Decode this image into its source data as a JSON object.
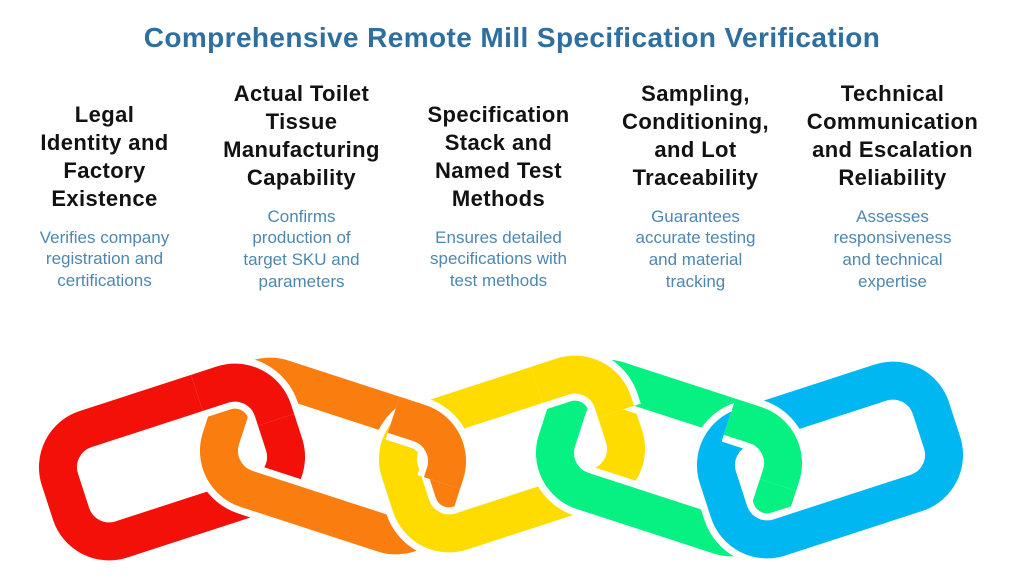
{
  "title": "Comprehensive Remote Mill Specification Verification",
  "columns": [
    {
      "heading": "Legal\nIdentity and\nFactory\nExistence",
      "description": "Verifies company\nregistration and\ncertifications"
    },
    {
      "heading": "Actual Toilet\nTissue\nManufacturing\nCapability",
      "description": "Confirms\nproduction of\ntarget SKU and\nparameters"
    },
    {
      "heading": "Specification\nStack and\nNamed Test\nMethods",
      "description": "Ensures detailed\nspecifications with\ntest methods"
    },
    {
      "heading": "Sampling,\nConditioning,\nand Lot\nTraceability",
      "description": "Guarantees\naccurate testing\nand material\ntracking"
    },
    {
      "heading": "Technical\nCommunication\nand Escalation\nReliability",
      "description": "Assesses\nresponsiveness\nand technical\nexpertise"
    }
  ],
  "chain": {
    "links": [
      {
        "name": "red-link",
        "color": "#f21008"
      },
      {
        "name": "orange-link",
        "color": "#fa7d0f"
      },
      {
        "name": "yellow-link",
        "color": "#ffdc00"
      },
      {
        "name": "green-link",
        "color": "#06f182"
      },
      {
        "name": "blue-link",
        "color": "#00b7f2"
      }
    ]
  },
  "colors": {
    "title_blue": "#2e6f9f",
    "description_blue": "#4e87b0",
    "heading_black": "#121212",
    "background": "#ffffff"
  }
}
